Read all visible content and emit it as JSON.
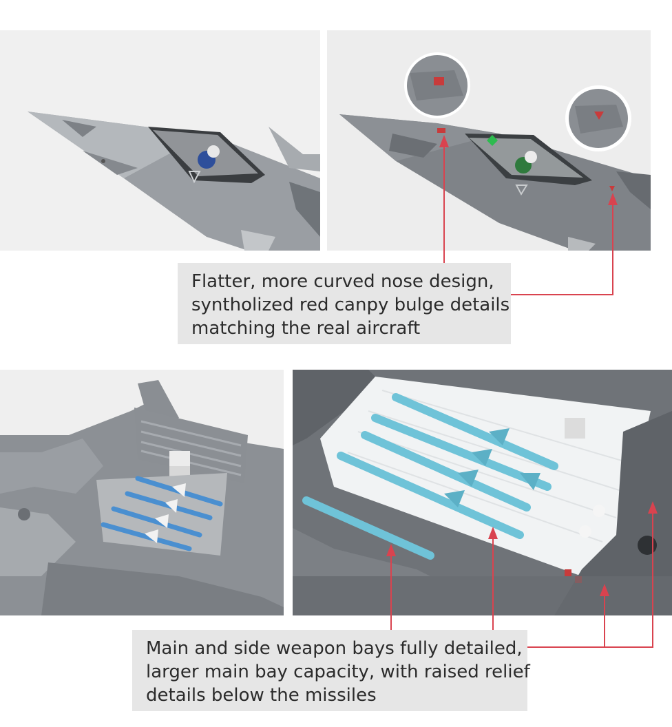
{
  "callouts": {
    "nose": {
      "lines": [
        "Flatter, more curved nose design,",
        "syntholized red canpy bulge details",
        "matching the real aircraft"
      ]
    },
    "bays": {
      "lines": [
        "Main and side weapon bays fully detailed,",
        "larger main bay capacity, with raised relief",
        "details below the missiles"
      ]
    }
  },
  "colors": {
    "callout_bg": "#e6e6e6",
    "leader_line": "#d9434f",
    "aircraft_grey": "#8d9196",
    "missile_blue": "#6fc3d8"
  }
}
